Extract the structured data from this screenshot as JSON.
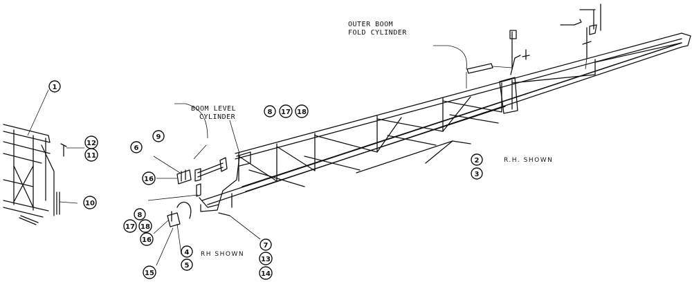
{
  "labels": {
    "outer_boom_line1": "OUTER BOOM",
    "outer_boom_line2": "FOLD CYLINDER",
    "boom_level_line1": "BOOM LEVEL",
    "boom_level_line2": "CYLINDER",
    "rh_shown_main": "R.H. SHOWN",
    "rh_shown_small": "RH SHOWN"
  },
  "callouts": [
    "1",
    "2",
    "3",
    "4",
    "5",
    "6",
    "7",
    "8",
    "8",
    "9",
    "10",
    "11",
    "12",
    "13",
    "14",
    "15",
    "16",
    "16",
    "17",
    "18",
    "17",
    "18"
  ]
}
